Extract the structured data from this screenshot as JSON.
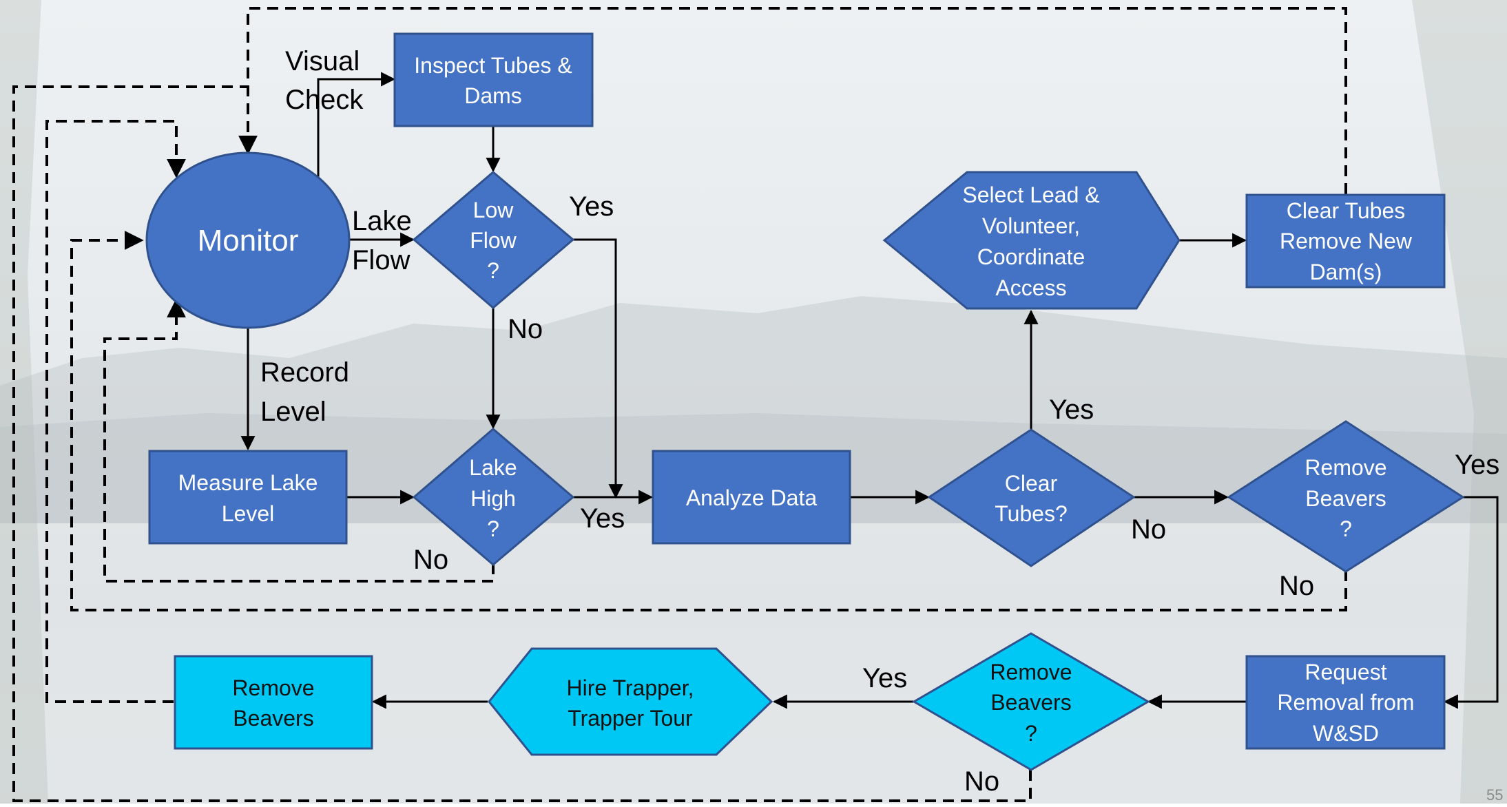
{
  "colors": {
    "node_blue": "#4472C4",
    "node_cyan": "#00C8F5",
    "node_border": "#2F528F",
    "line": "#000000"
  },
  "nodes": {
    "monitor": "Monitor",
    "inspect": [
      "Inspect Tubes &",
      "Dams"
    ],
    "low_flow": [
      "Low",
      "Flow",
      "?"
    ],
    "lake_high": [
      "Lake",
      "High",
      "?"
    ],
    "measure": [
      "Measure Lake",
      "Level"
    ],
    "analyze": "Analyze Data",
    "clear_tubes_q": [
      "Clear",
      "Tubes?"
    ],
    "select_lead": [
      "Select Lead &",
      "Volunteer,",
      "Coordinate",
      "Access"
    ],
    "clear_remove": [
      "Clear Tubes",
      "Remove New",
      "Dam(s)"
    ],
    "remove_beavers_q1": [
      "Remove",
      "Beavers",
      "?"
    ],
    "request_removal": [
      "Request",
      "Removal from",
      "W&SD"
    ],
    "remove_beavers_q2": [
      "Remove",
      "Beavers",
      "?"
    ],
    "hire_trapper": [
      "Hire Trapper,",
      "Trapper Tour"
    ],
    "remove_beavers": [
      "Remove",
      "Beavers"
    ]
  },
  "labels": {
    "visual_check": [
      "Visual",
      "Check"
    ],
    "lake_flow": [
      "Lake",
      "Flow"
    ],
    "record_level": [
      "Record",
      "Level"
    ],
    "yes_low_flow": "Yes",
    "no_low_flow": "No",
    "yes_lake_high": "Yes",
    "no_lake_high": "No",
    "yes_clear": "Yes",
    "no_clear": "No",
    "yes_remove1": "Yes",
    "no_remove1": "No",
    "yes_remove2": "Yes",
    "no_remove2": "No"
  },
  "page_number": "55"
}
